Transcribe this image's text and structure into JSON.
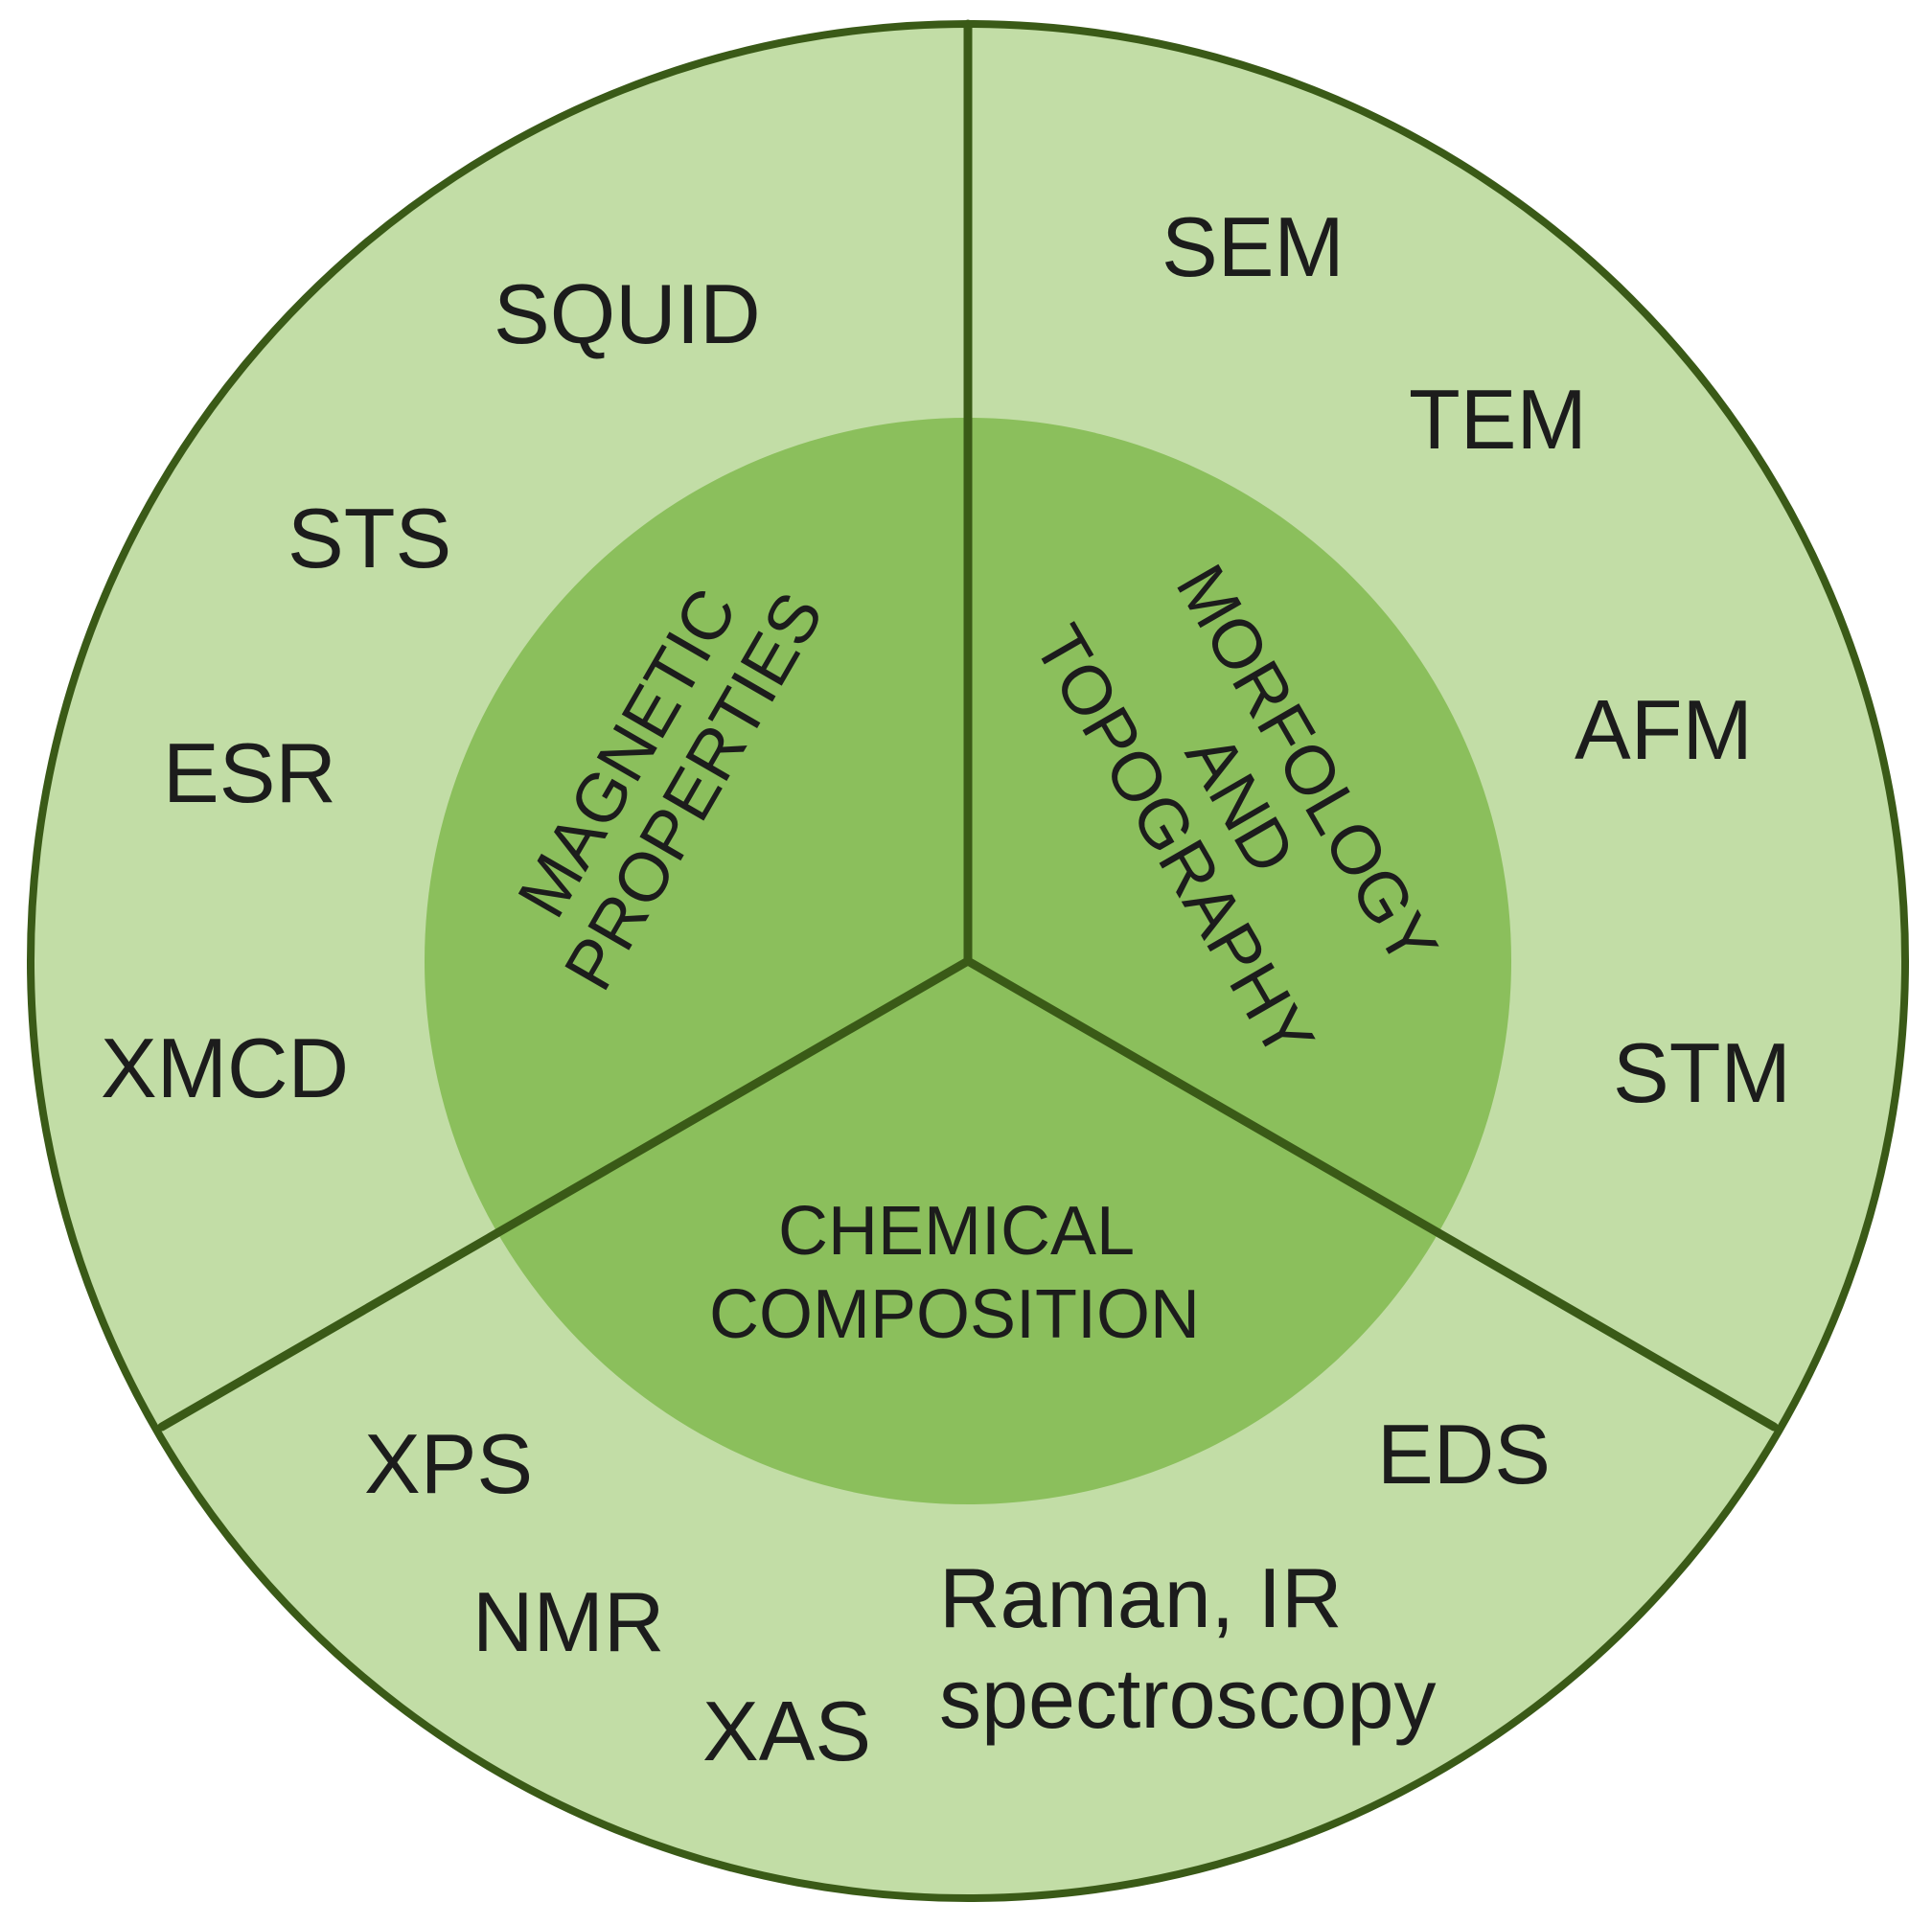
{
  "colors": {
    "outer_ring": "#c2dda6",
    "inner_circle": "#8bbf5c",
    "stroke": "#3a5a17",
    "text": "#1c1c1c"
  },
  "categories": {
    "magnetic": [
      "MAGNETIC",
      "PROPERTIES"
    ],
    "morphology": [
      "MORFOLOGY",
      "AND",
      "TOPOGRAPHY"
    ],
    "chemical": [
      "CHEMICAL",
      "COMPOSITION"
    ]
  },
  "techniques": {
    "magnetic": [
      "SQUID",
      "STS",
      "ESR",
      "XMCD"
    ],
    "morphology": [
      "SEM",
      "TEM",
      "AFM",
      "STM"
    ],
    "chemical": [
      "XPS",
      "NMR",
      "XAS",
      "EDS"
    ],
    "raman": [
      "Raman, IR",
      "spectroscopy"
    ]
  }
}
